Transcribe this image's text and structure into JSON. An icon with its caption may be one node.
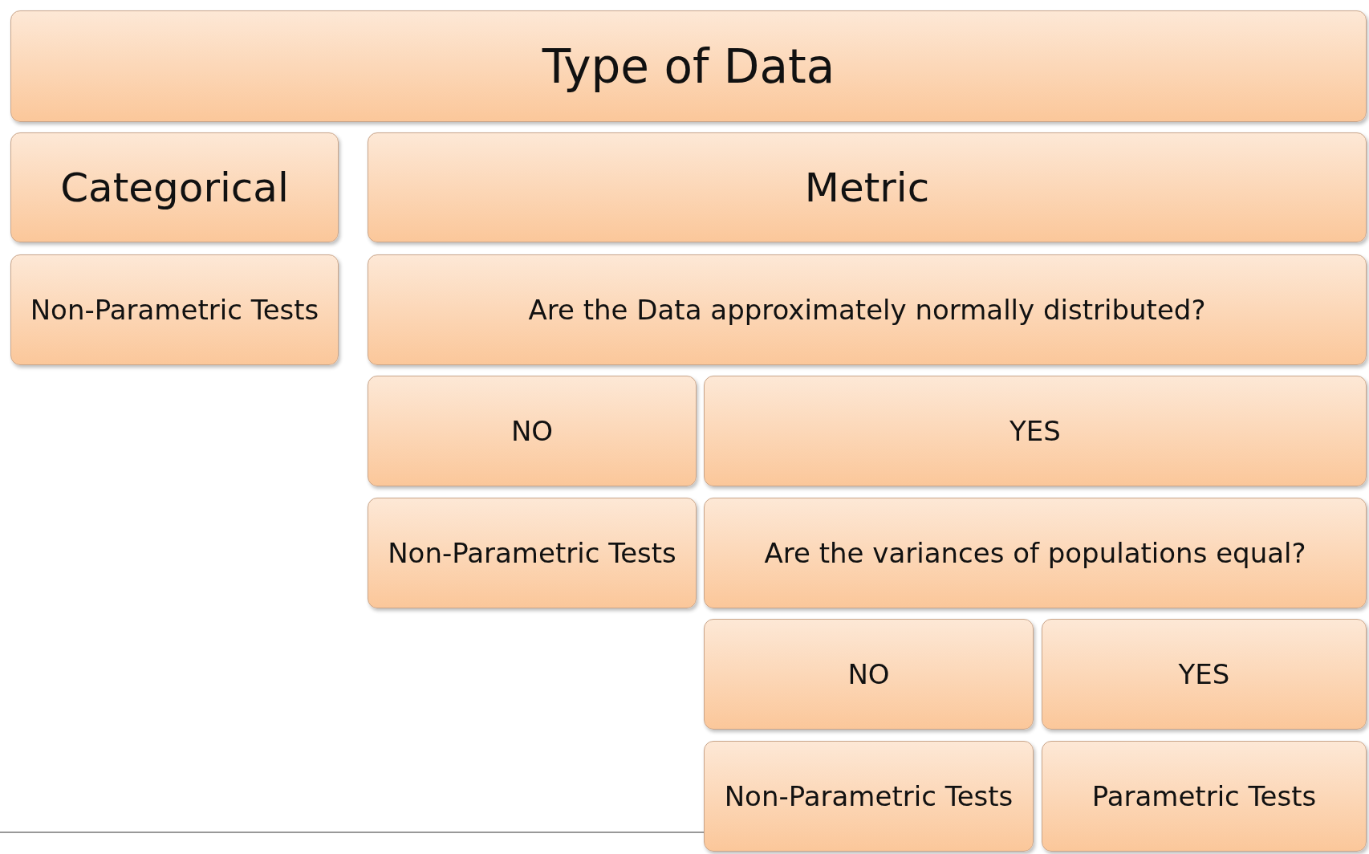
{
  "diagram": {
    "nodes": [
      {
        "text": [
          "Type of Data"
        ]
      },
      {
        "text": [
          "Categorical"
        ]
      },
      {
        "text": [
          "Metric"
        ]
      },
      {
        "text": [
          "Non-Parametric Tests"
        ]
      },
      {
        "text": [
          "Are the Data approximately normally distributed?"
        ]
      },
      {
        "text": [
          "NO"
        ]
      },
      {
        "text": [
          "YES"
        ]
      },
      {
        "text": [
          "Non-Parametric Tests"
        ]
      },
      {
        "text": [
          "Are the variances of populations equal?"
        ]
      },
      {
        "text": [
          "NO"
        ]
      },
      {
        "text": [
          "YES"
        ]
      },
      {
        "text": [
          "Non-Parametric Tests"
        ]
      },
      {
        "text": [
          "Parametric Tests"
        ]
      }
    ]
  }
}
